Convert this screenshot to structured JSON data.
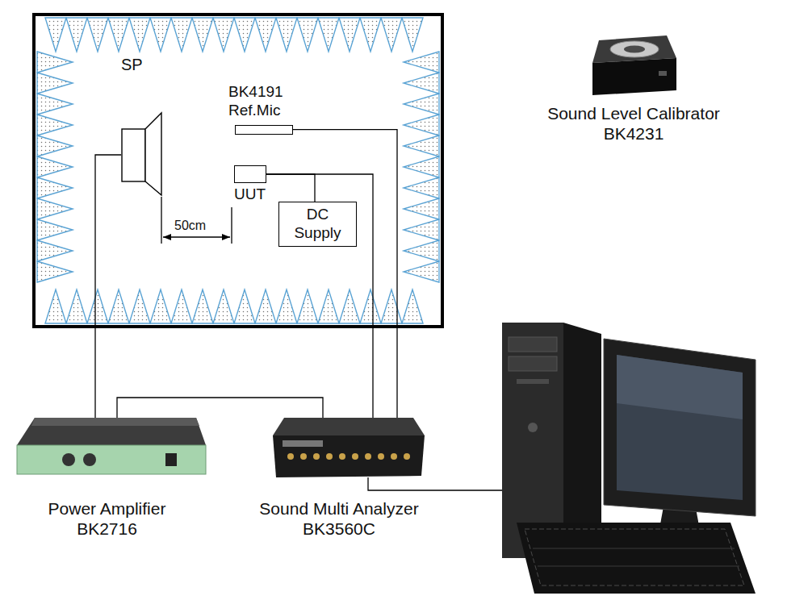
{
  "diagram": {
    "nodes": [
      {
        "text": [
          "SP"
        ]
      },
      {
        "text": [
          "BK4191 Ref.Mic"
        ]
      },
      {
        "text": [
          "UUT"
        ]
      },
      {
        "text": [
          "DC Supply"
        ]
      },
      {
        "text": [
          "Sound Level Calibrator BK4231"
        ]
      },
      {
        "text": [
          "Power Amplifier BK2716"
        ]
      },
      {
        "text": [
          "Sound Multi Analyzer BK3560C"
        ]
      }
    ],
    "edges": [
      {
        "from": 0,
        "to": 5,
        "arrow": "none"
      },
      {
        "from": 5,
        "to": 6,
        "arrow": "none"
      },
      {
        "from": 2,
        "to": 6,
        "arrow": "none"
      },
      {
        "from": 2,
        "to": 3,
        "arrow": "none"
      },
      {
        "from": 1,
        "to": 6,
        "arrow": "none"
      }
    ],
    "labels": [
      "50cm"
    ]
  }
}
